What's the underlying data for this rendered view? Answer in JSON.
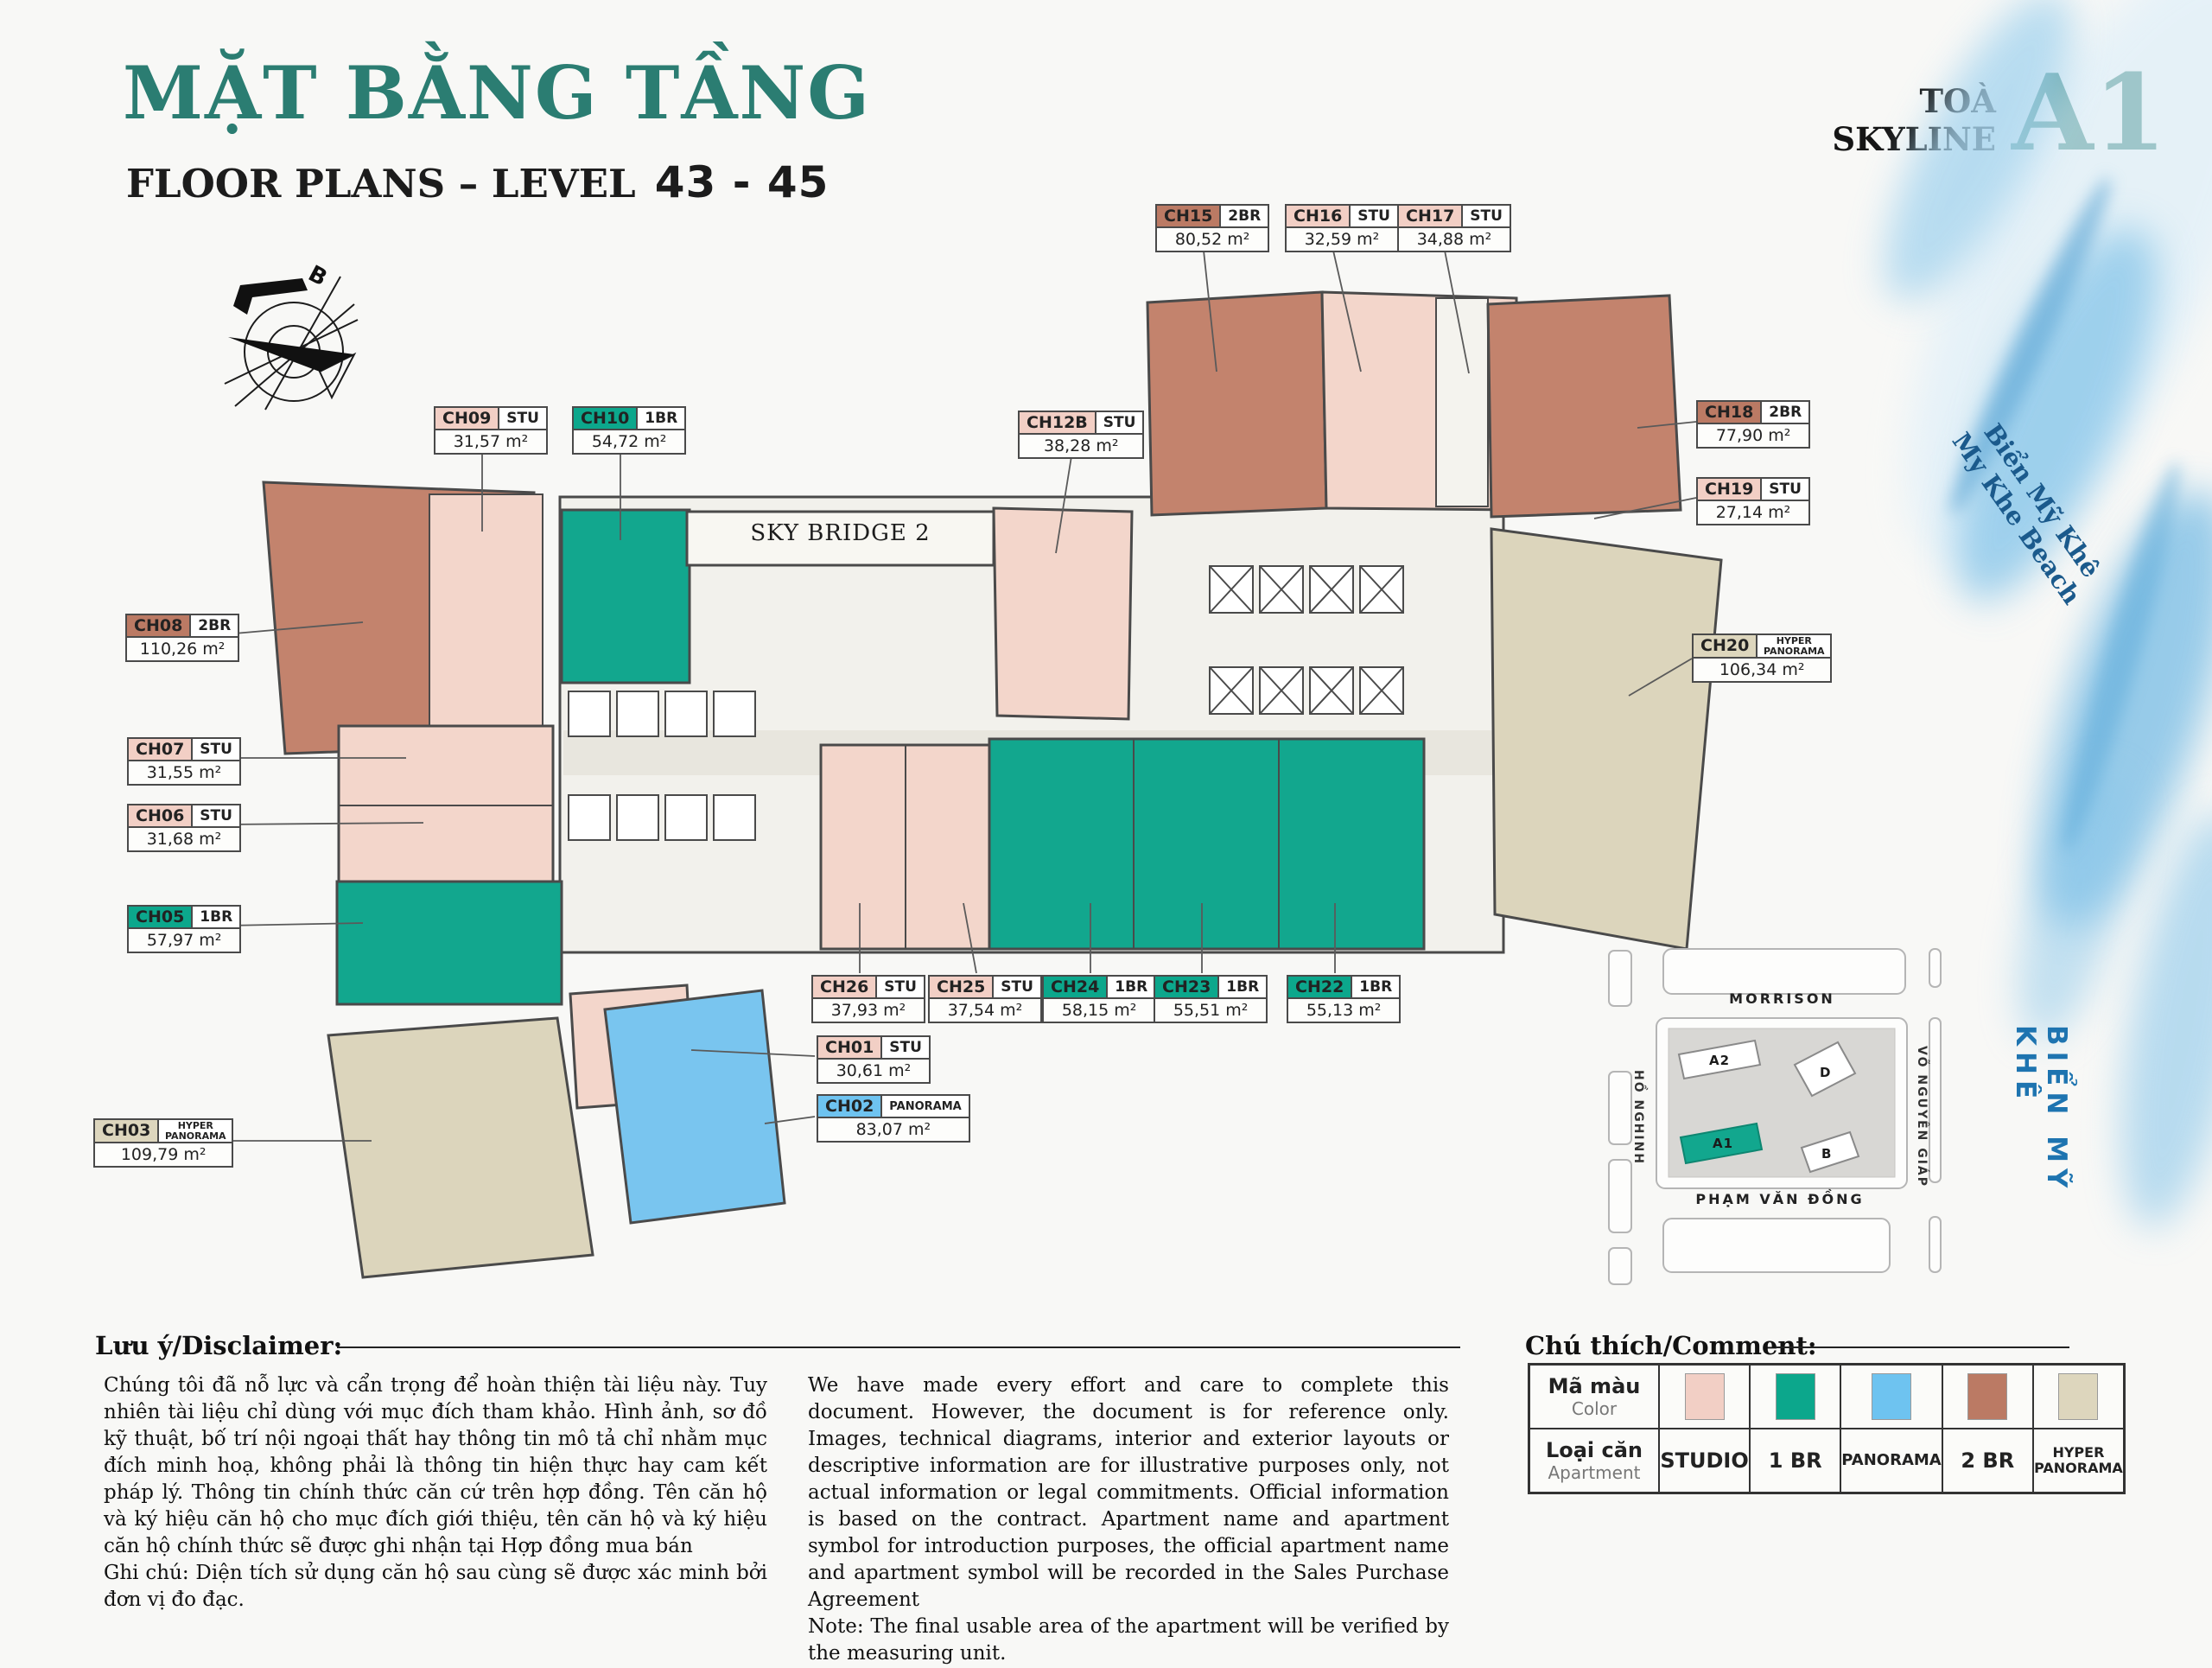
{
  "header": {
    "title": "MẶT BẰNG TẦNG",
    "subtitle": "FLOOR PLANS – LEVEL",
    "level_range": "43 - 45",
    "tower_label_line1": "TOÀ",
    "tower_label_line2": "SKYLINE",
    "tower_code": "A1"
  },
  "compass": {
    "north_label": "B"
  },
  "floor_plan": {
    "sky_bridge_label": "SKY BRIDGE 2"
  },
  "type_colors": {
    "STU": "#f2cfc5",
    "1BR": "#0ca78c",
    "2BR": "#bb7a64",
    "PANORAMA": "#6ec3f0",
    "HYPER PANORAMA": "#ddd6bd"
  },
  "units": [
    {
      "code": "CH15",
      "type": "2BR",
      "area": "80,52 m²"
    },
    {
      "code": "CH16",
      "type": "STU",
      "area": "32,59 m²"
    },
    {
      "code": "CH17",
      "type": "STU",
      "area": "34,88 m²"
    },
    {
      "code": "CH18",
      "type": "2BR",
      "area": "77,90 m²"
    },
    {
      "code": "CH19",
      "type": "STU",
      "area": "27,14 m²"
    },
    {
      "code": "CH20",
      "type": "HYPER PANORAMA",
      "area": "106,34 m²"
    },
    {
      "code": "CH12B",
      "type": "STU",
      "area": "38,28 m²"
    },
    {
      "code": "CH09",
      "type": "STU",
      "area": "31,57 m²"
    },
    {
      "code": "CH10",
      "type": "1BR",
      "area": "54,72 m²"
    },
    {
      "code": "CH08",
      "type": "2BR",
      "area": "110,26 m²"
    },
    {
      "code": "CH07",
      "type": "STU",
      "area": "31,55 m²"
    },
    {
      "code": "CH06",
      "type": "STU",
      "area": "31,68 m²"
    },
    {
      "code": "CH05",
      "type": "1BR",
      "area": "57,97 m²"
    },
    {
      "code": "CH03",
      "type": "HYPER PANORAMA",
      "area": "109,79 m²"
    },
    {
      "code": "CH26",
      "type": "STU",
      "area": "37,93 m²"
    },
    {
      "code": "CH25",
      "type": "STU",
      "area": "37,54 m²"
    },
    {
      "code": "CH24",
      "type": "1BR",
      "area": "58,15 m²"
    },
    {
      "code": "CH23",
      "type": "1BR",
      "area": "55,51 m²"
    },
    {
      "code": "CH22",
      "type": "1BR",
      "area": "55,13 m²"
    },
    {
      "code": "CH01",
      "type": "STU",
      "area": "30,61 m²"
    },
    {
      "code": "CH02",
      "type": "PANORAMA",
      "area": "83,07 m²"
    }
  ],
  "beach": {
    "label_vi": "Biển Mỹ Khê",
    "label_en": "My Khe Beach",
    "sea_label": "BIỂN MỸ KHÊ"
  },
  "site_map": {
    "streets": {
      "top": "MORRISON",
      "bottom": "PHẠM VĂN ĐỒNG",
      "left": "HỒ NGHINH",
      "right": "VÕ NGUYÊN GIÁP"
    },
    "buildings": [
      {
        "label": "A2"
      },
      {
        "label": "D"
      },
      {
        "label": "A1",
        "highlight": true
      },
      {
        "label": "B"
      }
    ]
  },
  "disclaimer": {
    "heading": "Lưu ý/Disclaimer:",
    "vi": "Chúng tôi đã nỗ lực và cẩn trọng để hoàn thiện tài liệu này. Tuy nhiên tài liệu chỉ dùng với mục đích tham khảo. Hình ảnh, sơ đồ kỹ thuật, bố trí nội ngoại thất hay thông tin mô tả chỉ nhằm mục đích minh hoạ, không phải là thông tin hiện thực hay cam kết pháp lý. Thông tin chính thức căn cứ trên hợp đồng. Tên căn hộ và ký hiệu căn hộ cho mục đích giới thiệu, tên căn hộ và ký hiệu căn hộ chính thức sẽ được ghi nhận tại Hợp đồng mua bán",
    "vi_note": "Ghi chú: Diện tích sử dụng căn hộ sau cùng sẽ được xác minh bởi đơn vị đo đạc.",
    "en": "We have made every effort and care to complete this document. However, the document is for reference only. Images, technical diagrams, interior and exterior layouts or descriptive information are for illustrative purposes only, not actual information or legal commitments. Official information is based on the contract. Apartment name and apartment symbol for introduction purposes, the official apartment name and apartment symbol will be recorded in the Sales Purchase Agreement",
    "en_note": "Note: The final usable area of the apartment will be verified by the measuring unit."
  },
  "legend": {
    "heading": "Chú thích/Comment:",
    "row1_label_vi": "Mã màu",
    "row1_label_en": "Color",
    "row2_label_vi": "Loại căn",
    "row2_label_en": "Apartment",
    "types": [
      {
        "label": "STUDIO",
        "color": "#f2cfc5"
      },
      {
        "label": "1 BR",
        "color": "#0ca78c"
      },
      {
        "label": "PANORAMA",
        "color": "#6ec3f0"
      },
      {
        "label": "2 BR",
        "color": "#bb7a64"
      },
      {
        "label": "HYPER PANORAMA",
        "color": "#ddd6bd"
      }
    ]
  },
  "palette": {
    "title_teal": "#2b7d72",
    "sea_blue": "#1e74b0",
    "wall_gray": "#4a4a4a"
  }
}
